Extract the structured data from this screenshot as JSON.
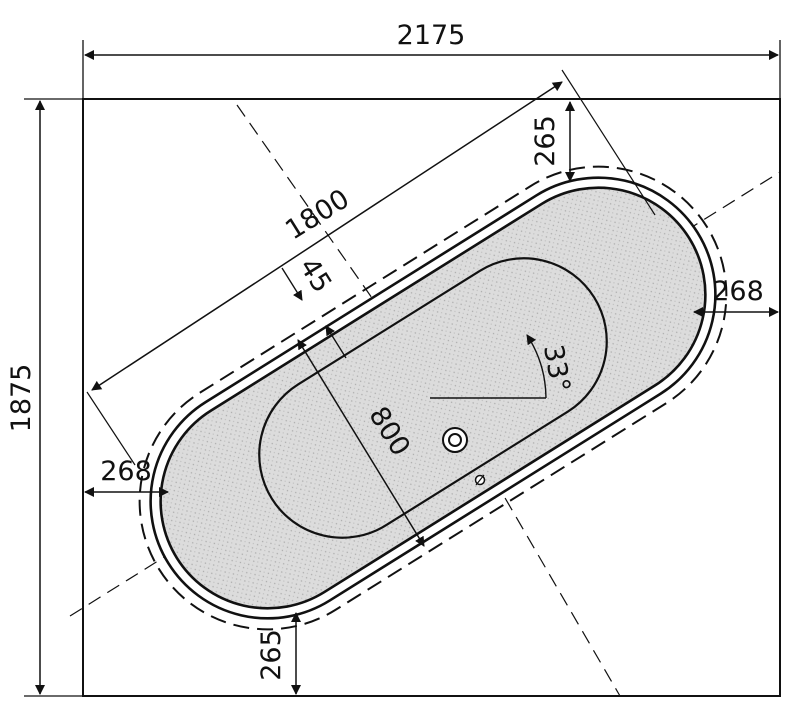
{
  "drawing": {
    "dimensions": {
      "room_width": "2175",
      "room_height": "1875",
      "tub_length": "1800",
      "tub_width": "800",
      "rim_offset": "45",
      "angle": "33°",
      "clearance_top": "265",
      "clearance_bottom": "265",
      "clearance_left": "268",
      "clearance_right": "268"
    },
    "fixtures": {
      "drain": "drain-icon",
      "overflow": "overflow-icon"
    },
    "colors": {
      "line": "#111111",
      "tub_fill": "#d9d9d9",
      "background": "#ffffff"
    }
  }
}
